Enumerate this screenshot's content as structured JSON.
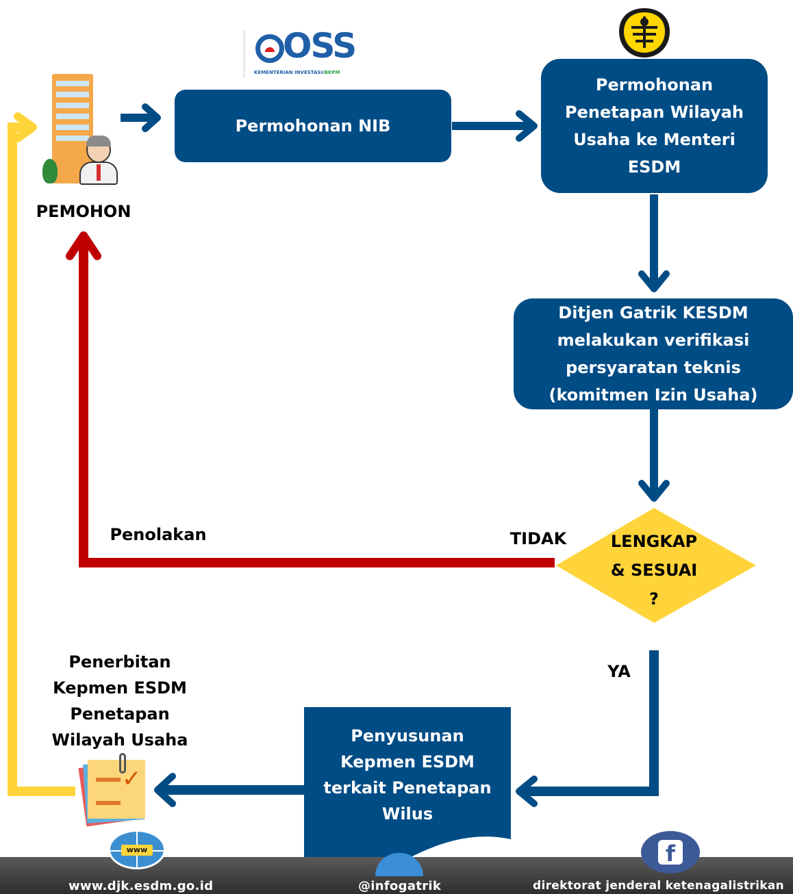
{
  "logos": {
    "oss_main": "OSS",
    "oss_sub": "KEMENTERIAN INVESTASI/",
    "oss_sub_accent": "BKPM"
  },
  "nodes": {
    "applicant_label": "PEMOHON",
    "nib_request": "Permohonan NIB",
    "area_request": "Permohonan\nPenetapan Wilayah\nUsaha ke Menteri\nESDM",
    "verification": "Ditjen Gatrik KESDM\nmelakukan verifikasi\npersyaratan teknis\n(komitmen Izin Usaha)",
    "decision": "LENGKAP\n& SESUAI\n?",
    "drafting": "Penyusunan\nKepmen ESDM\nterkait Penetapan\nWilus",
    "issuance": "Penerbitan\nKepmen ESDM\nPenetapan\nWilayah Usaha"
  },
  "edge_labels": {
    "rejection": "Penolakan",
    "no": "TIDAK",
    "yes": "YA"
  },
  "footer": {
    "website": "www.djk.esdm.go.id",
    "www_badge": "www",
    "social_handle": "@infogatrik",
    "facebook_glyph": "f",
    "facebook_page": "direktorat jenderal ketenagalistrikan"
  },
  "colors": {
    "primary_blue": "#004c85",
    "rejection_red": "#c00000",
    "return_yellow": "#ffd43b",
    "decision_yellow": "#ffd43b"
  }
}
